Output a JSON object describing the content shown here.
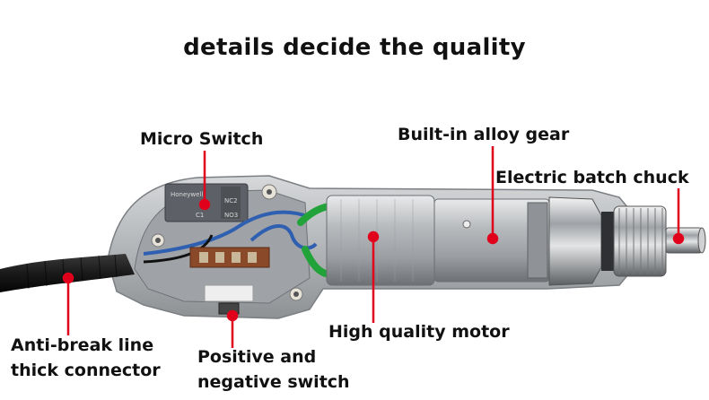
{
  "title": "details decide the quality",
  "labels": {
    "micro_switch": "Micro Switch",
    "alloy_gear": "Built-in alloy gear",
    "batch_chuck": "Electric batch chuck",
    "motor": "High quality motor",
    "connector_line1": "Anti-break line",
    "connector_line2": "thick connector",
    "switch_line1": "Positive and",
    "switch_line2": "negative switch"
  },
  "switch_markings": {
    "brand": "Honeywell",
    "nc": "NC2",
    "c": "C1",
    "no": "NO3"
  },
  "colors": {
    "callout": "#e0001b",
    "text": "#111111",
    "housing": "#b9bcbf",
    "switch": "#5d6066"
  }
}
